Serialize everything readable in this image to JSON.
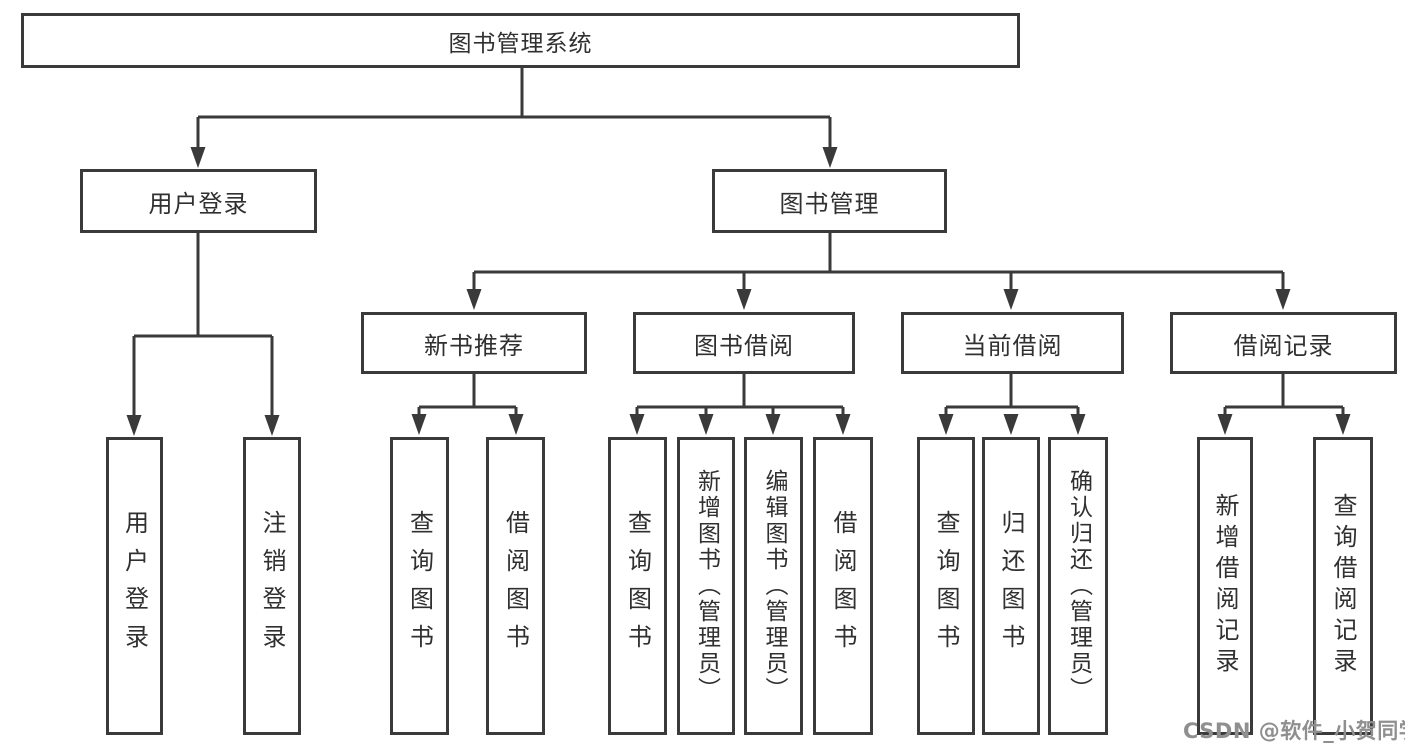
{
  "tree": {
    "label": "图书管理系统",
    "children": [
      {
        "label": "用户登录",
        "children": [
          {
            "label": "用户登录"
          },
          {
            "label": "注销登录"
          }
        ]
      },
      {
        "label": "图书管理",
        "children": [
          {
            "label": "新书推荐",
            "children": [
              {
                "label": "查询图书"
              },
              {
                "label": "借阅图书"
              }
            ]
          },
          {
            "label": "图书借阅",
            "children": [
              {
                "label": "查询图书"
              },
              {
                "label": "新增图书（管理员）"
              },
              {
                "label": "编辑图书（管理员）"
              },
              {
                "label": "借阅图书"
              }
            ]
          },
          {
            "label": "当前借阅",
            "children": [
              {
                "label": "查询图书"
              },
              {
                "label": "归还图书"
              },
              {
                "label": "确认归还（管理员）"
              }
            ]
          },
          {
            "label": "借阅记录",
            "children": [
              {
                "label": "新增借阅记录"
              },
              {
                "label": "查询借阅记录"
              }
            ]
          }
        ]
      }
    ]
  },
  "watermark": {
    "text": "CSDN @软件_小贺同学"
  },
  "colors": {
    "line": "#3a3a3a",
    "ink": "#303030",
    "box_bg": "#ffffff",
    "background": "#ffffff",
    "watermark": "#8f8f8f"
  }
}
